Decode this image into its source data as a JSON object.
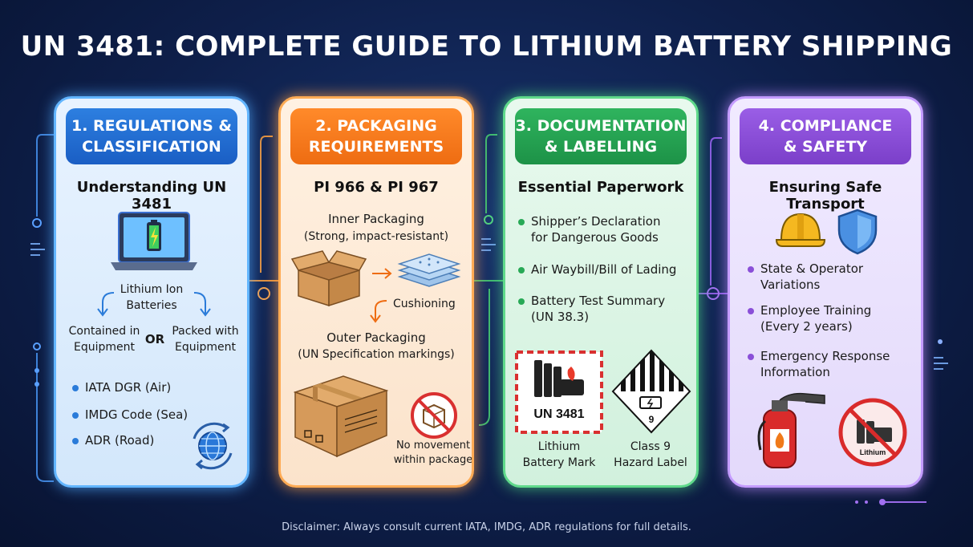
{
  "title": "UN 3481: COMPLETE GUIDE TO LITHIUM BATTERY SHIPPING",
  "disclaimer": "Disclaimer: Always consult current IATA, IMDG, ADR regulations for full details.",
  "colors": {
    "blue": "#2d7fe0",
    "orange": "#ff8a2a",
    "green": "#2fb45e",
    "purple": "#9a5ee6",
    "background": "#0e1f4a"
  },
  "cards": [
    {
      "header": "1. REGULATIONS &\nCLASSIFICATION",
      "subtitle": "Understanding UN 3481",
      "battery_label": "Lithium Ion\nBatteries",
      "contained": "Contained in\nEquipment",
      "or": "OR",
      "packed": "Packed with\nEquipment",
      "bullets": [
        "IATA DGR (Air)",
        "IMDG Code (Sea)",
        "ADR (Road)"
      ],
      "icons": [
        "laptop-battery-icon",
        "globe-icon"
      ]
    },
    {
      "header": "2. PACKAGING\nREQUIREMENTS",
      "subtitle": "PI 966 & PI 967",
      "inner_title": "Inner Packaging",
      "inner_note": "(Strong, impact-resistant)",
      "cushioning": "Cushioning",
      "outer_title": "Outer Packaging",
      "outer_note": "(UN Specification markings)",
      "no_movement": "No movement\nwithin package",
      "icons": [
        "open-box-icon",
        "cushion-layers-icon",
        "sealed-box-icon",
        "no-movement-icon"
      ]
    },
    {
      "header": "3. DOCUMENTATION\n& LABELLING",
      "subtitle": "Essential Paperwork",
      "bullets": [
        "Shipper’s Declaration\nfor Dangerous Goods",
        "Air Waybill/Bill of Lading",
        "Battery Test Summary\n(UN 38.3)"
      ],
      "mark_text": "UN 3481",
      "mark_caption": "Lithium\nBattery Mark",
      "class_number": "9",
      "label_caption": "Class 9\nHazard Label",
      "icons": [
        "lithium-battery-mark-icon",
        "class-9-hazard-label-icon"
      ]
    },
    {
      "header": "4. COMPLIANCE\n& SAFETY",
      "subtitle": "Ensuring Safe Transport",
      "bullets": [
        "State & Operator\nVariations",
        "Employee Training\n(Every 2 years)",
        "Emergency Response\nInformation"
      ],
      "prohibited_label": "Lithium",
      "icons": [
        "hard-hat-icon",
        "shield-icon",
        "fire-extinguisher-icon",
        "prohibited-battery-icon"
      ]
    }
  ]
}
